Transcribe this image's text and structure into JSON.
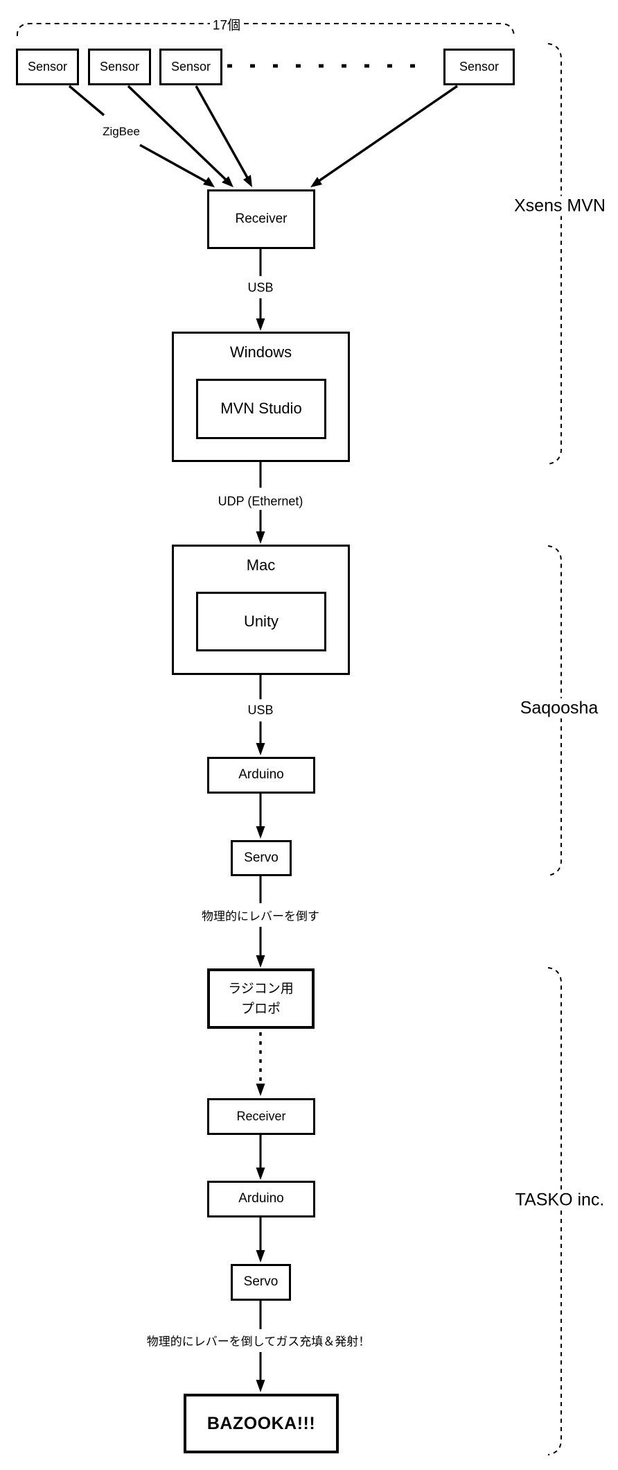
{
  "colors": {
    "ink": "#000000",
    "background": "#ffffff"
  },
  "top": {
    "count_label": "17個",
    "zigbee_label": "ZigBee"
  },
  "sensors": {
    "s1": "Sensor",
    "s2": "Sensor",
    "s3": "Sensor",
    "s4": "Sensor"
  },
  "xsens_chain": {
    "receiver": "Receiver",
    "usb_label": "USB",
    "windows": "Windows",
    "mvn_studio": "MVN Studio"
  },
  "saqoosha_chain": {
    "udp_label": "UDP (Ethernet)",
    "mac": "Mac",
    "unity": "Unity",
    "usb_label": "USB",
    "arduino": "Arduino",
    "servo": "Servo"
  },
  "tasko_chain": {
    "lever_label": "物理的にレバーを倒す",
    "propo_line1": "ラジコン用",
    "propo_line2": "プロポ",
    "receiver": "Receiver",
    "arduino": "Arduino",
    "servo": "Servo",
    "fire_label": "物理的にレバーを倒してガス充填＆発射！",
    "bazooka": "BAZOOKA!!!"
  },
  "group_labels": {
    "xsens": "Xsens MVN",
    "saqoosha": "Saqoosha",
    "tasko": "TASKO inc."
  }
}
